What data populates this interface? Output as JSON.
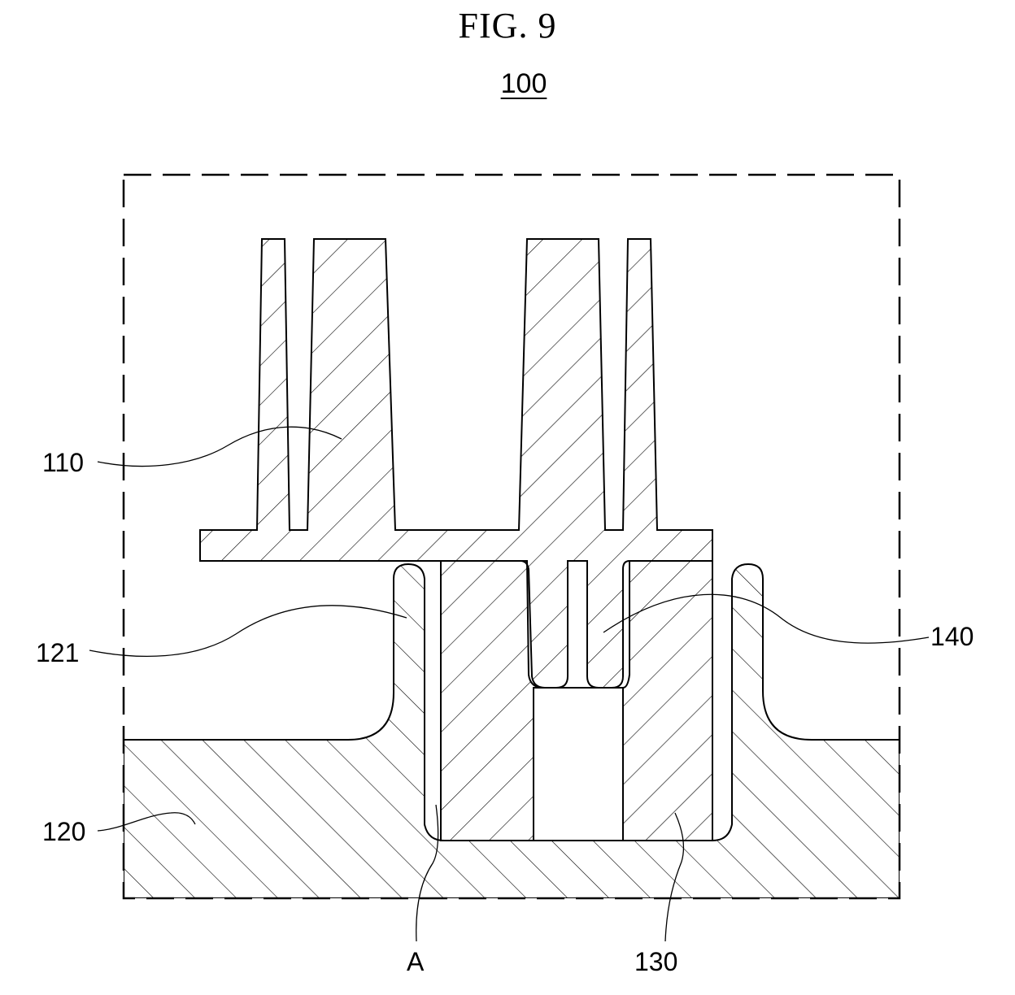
{
  "figure": {
    "title": "FIG. 9",
    "reference": "100"
  },
  "labels": {
    "l110": "110",
    "l121": "121",
    "l120": "120",
    "l140": "140",
    "lA": "A",
    "l130": "130"
  },
  "colors": {
    "line": "#000000",
    "background": "#ffffff"
  }
}
